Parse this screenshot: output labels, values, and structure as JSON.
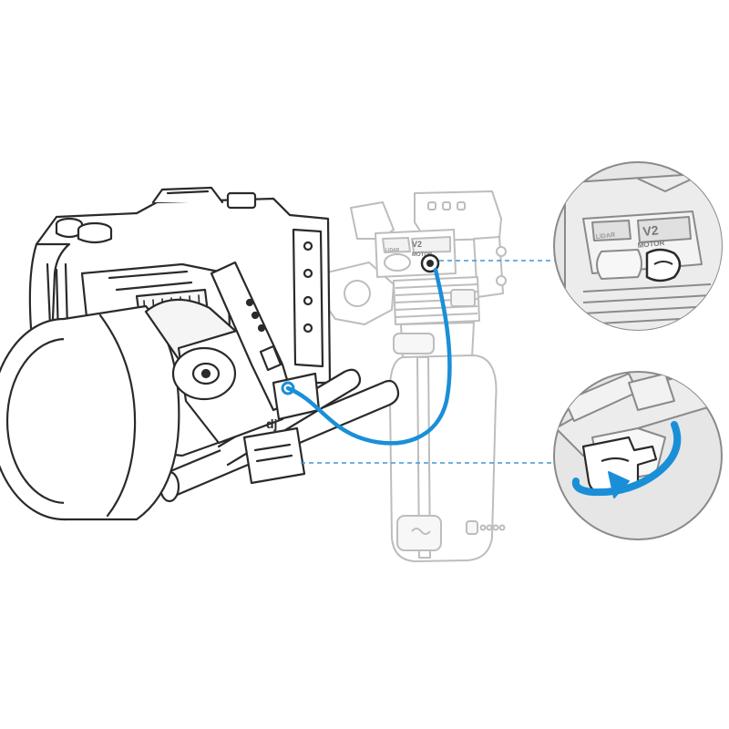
{
  "labels": {
    "port_v2": "V2",
    "port_motor": "MOTOR",
    "port_lidar": "LIDAR"
  },
  "colors": {
    "cable": "#1a8fd8",
    "line_dark": "#2a2a2a",
    "line_faded": "#b8b8b8",
    "callout_bg": "#e6e6e6",
    "leader": "#3a9ad9"
  },
  "icons": {
    "camera": "mirrorless-camera-icon",
    "gimbal": "gimbal-handle-icon",
    "motor": "focus-motor-icon",
    "rotate": "rotate-arrow-icon"
  }
}
